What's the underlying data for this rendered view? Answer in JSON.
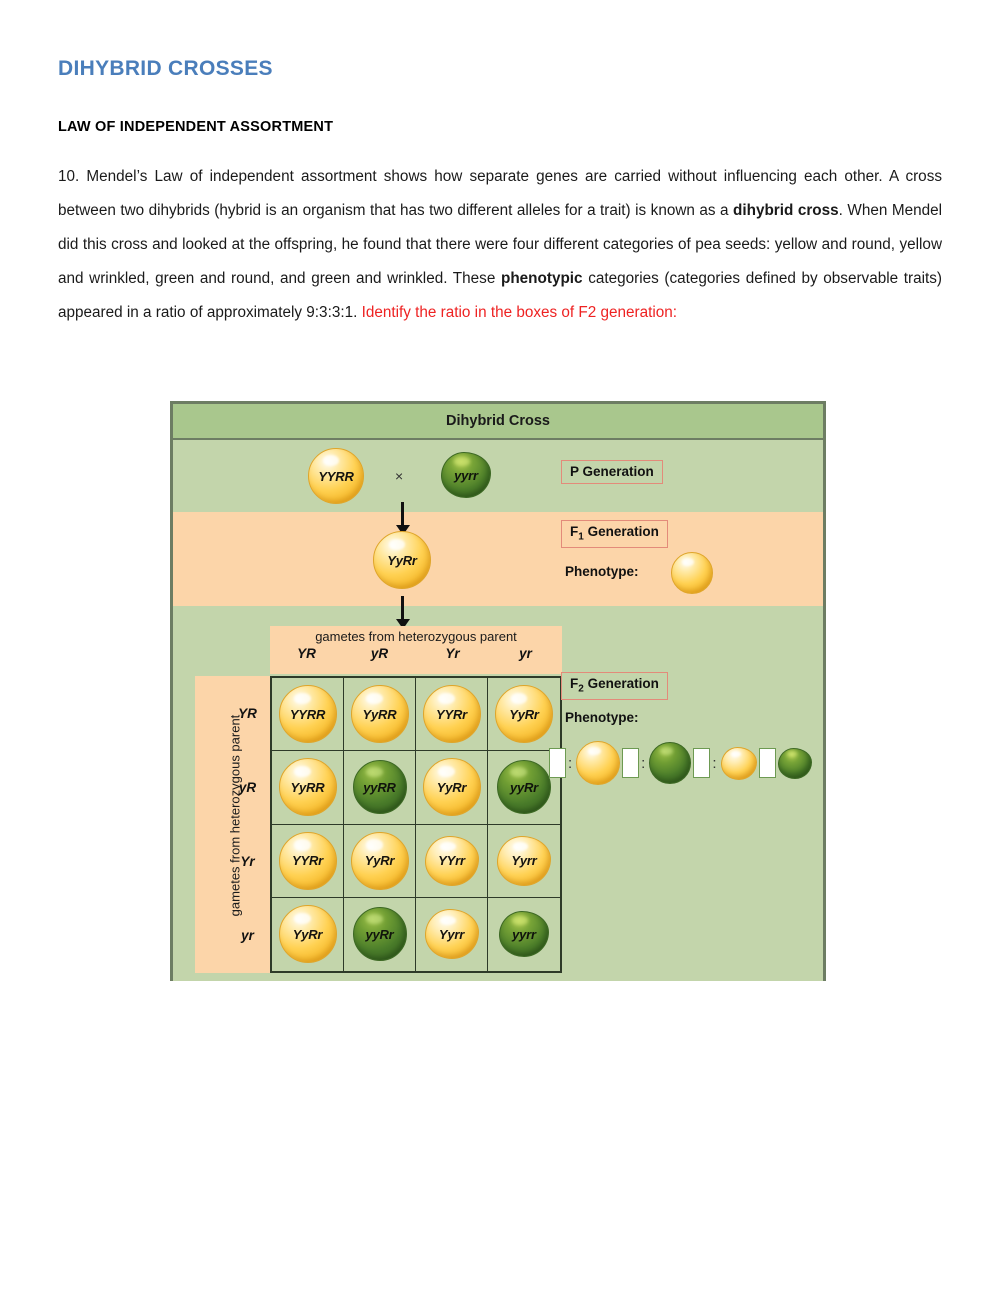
{
  "document": {
    "title": "DIHYBRID CROSSES",
    "subtitle": "LAW OF INDEPENDENT ASSORTMENT",
    "paragraph": {
      "part1": "10. Mendel’s Law of independent assortment shows how separate genes are carried without influencing each other. A cross between two dihybrids (hybrid is an organism that has two different alleles for a trait) is known as a ",
      "bold1": "dihybrid cross",
      "part2": ". When Mendel did this cross and looked at the offspring, he found that there were four different categories of pea seeds: yellow and round, yellow and wrinkled, green and round, and green and wrinkled. These ",
      "bold2": "phenotypic",
      "part3": " categories (categories defined by observable traits) appeared in a ratio of approximately 9:3:3:1. ",
      "red_instruction": "Identify the ratio in the boxes of F2 generation:"
    }
  },
  "diagram": {
    "title": "Dihybrid Cross",
    "p_generation": {
      "label": "P Generation",
      "parent1_genotype": "YYRR",
      "cross_symbol": "×",
      "parent2_genotype": "yyrr"
    },
    "f1_generation": {
      "label_text": "F",
      "label_sub": "1",
      "label_suffix": " Generation",
      "genotype": "YyRr",
      "phenotype_label": "Phenotype:"
    },
    "gametes_top": {
      "caption": "gametes from heterozygous parent",
      "alleles": [
        "YR",
        "yR",
        "Yr",
        "yr"
      ]
    },
    "gametes_left": {
      "caption": "gametes from heterozygous parent",
      "alleles": [
        "YR",
        "yR",
        "Yr",
        "yr"
      ]
    },
    "f2_generation": {
      "label_text": "F",
      "label_sub": "2",
      "label_suffix": " Generation",
      "phenotype_label": "Phenotype:",
      "ratio_separator": ":",
      "answer_boxes": [
        "",
        "",
        "",
        ""
      ]
    },
    "punnett_cells": [
      {
        "genotype": "YYRR",
        "type": "yellow-round"
      },
      {
        "genotype": "YyRR",
        "type": "yellow-round"
      },
      {
        "genotype": "YYRr",
        "type": "yellow-round"
      },
      {
        "genotype": "YyRr",
        "type": "yellow-round"
      },
      {
        "genotype": "YyRR",
        "type": "yellow-round"
      },
      {
        "genotype": "yyRR",
        "type": "green-round"
      },
      {
        "genotype": "YyRr",
        "type": "yellow-round"
      },
      {
        "genotype": "yyRr",
        "type": "green-round"
      },
      {
        "genotype": "YYRr",
        "type": "yellow-round"
      },
      {
        "genotype": "YyRr",
        "type": "yellow-round"
      },
      {
        "genotype": "YYrr",
        "type": "yellow-wrinkled"
      },
      {
        "genotype": "Yyrr",
        "type": "yellow-wrinkled"
      },
      {
        "genotype": "YyRr",
        "type": "yellow-round"
      },
      {
        "genotype": "yyRr",
        "type": "green-round"
      },
      {
        "genotype": "Yyrr",
        "type": "yellow-wrinkled"
      },
      {
        "genotype": "yyrr",
        "type": "green-wrinkled"
      }
    ],
    "colors": {
      "title_blue": "#4a7ebb",
      "red_text": "#ee2222",
      "band_green_light": "#c3d5ab",
      "band_green_header": "#a9c78d",
      "band_peach": "#fcd5a9",
      "frame_border": "#6d7d63",
      "label_border_salmon": "#e38b7a",
      "answer_box_border": "#6d9a52"
    }
  }
}
